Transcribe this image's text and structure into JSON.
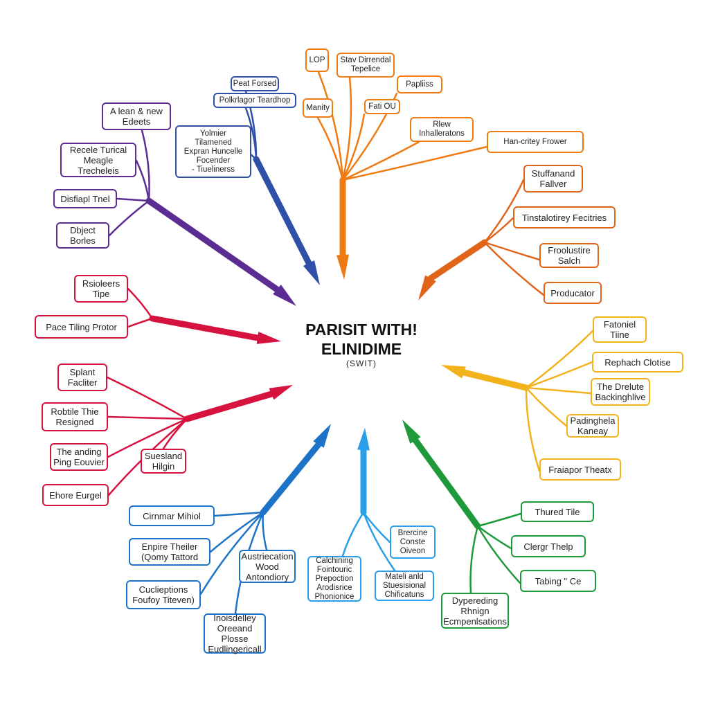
{
  "center": {
    "line1": "PARISIT WITH!",
    "line2": "ELINIDIME",
    "line3": "(SWIT)"
  },
  "colors": {
    "purple": "#5b2c91",
    "navy": "#2f4fa8",
    "orange": "#f07a12",
    "dark_orange": "#e0641a",
    "yellow": "#f2b21b",
    "green": "#1f9a3a",
    "blue": "#1c73c8",
    "sky": "#2a9ee8",
    "red": "#d6123f"
  },
  "branches": [
    {
      "id": "purple",
      "color": "#5b2c91",
      "nodes": [
        {
          "lines": [
            "A lean & new",
            "Edeets"
          ]
        },
        {
          "lines": [
            "Recele Turical",
            "Meagle",
            "Trecheleis"
          ]
        },
        {
          "lines": [
            "Disfiapl Tnel"
          ]
        },
        {
          "lines": [
            "Dbject",
            "Borles"
          ]
        }
      ]
    },
    {
      "id": "navy",
      "color": "#2f4fa8",
      "nodes": [
        {
          "lines": [
            "Peat Forsed"
          ]
        },
        {
          "lines": [
            "Polkrlagor Teardhop"
          ]
        },
        {
          "lines": [
            "Yolmier",
            "Tilamened",
            "Expran Huncelle",
            "Focender",
            "- Tiuelinerss"
          ]
        }
      ]
    },
    {
      "id": "orange",
      "color": "#f07a12",
      "nodes": [
        {
          "lines": [
            "LOP"
          ]
        },
        {
          "lines": [
            "Stav Dirrendal",
            "Tepelice"
          ]
        },
        {
          "lines": [
            "Papliiss"
          ]
        },
        {
          "lines": [
            "Manity"
          ]
        },
        {
          "lines": [
            "Fati OU"
          ]
        },
        {
          "lines": [
            "Rlew",
            "Inhalleratons"
          ]
        },
        {
          "lines": [
            "Han-critey Frower"
          ]
        }
      ]
    },
    {
      "id": "dark_orange",
      "color": "#e0641a",
      "nodes": [
        {
          "lines": [
            "Stuffanand",
            "Fallver"
          ]
        },
        {
          "lines": [
            "Tinstalotirey Fecitries"
          ]
        },
        {
          "lines": [
            "Froolustire",
            "Salch"
          ]
        },
        {
          "lines": [
            "Producator"
          ]
        }
      ]
    },
    {
      "id": "yellow",
      "color": "#f2b21b",
      "nodes": [
        {
          "lines": [
            "Fatoniel",
            "Tiine"
          ]
        },
        {
          "lines": [
            "Rephach Clotise"
          ]
        },
        {
          "lines": [
            "The Drelute",
            "Backinghlive"
          ]
        },
        {
          "lines": [
            "Padinghela",
            "Kaneay"
          ]
        },
        {
          "lines": [
            "Fraiapor Theatx"
          ]
        }
      ]
    },
    {
      "id": "green",
      "color": "#1f9a3a",
      "nodes": [
        {
          "lines": [
            "Thured Tile"
          ]
        },
        {
          "lines": [
            "Clergr Thelp"
          ]
        },
        {
          "lines": [
            "Tabing \" Ce"
          ]
        },
        {
          "lines": [
            "Dypereding",
            "Rhnign",
            "Ecmpenlsations"
          ]
        }
      ]
    },
    {
      "id": "sky",
      "color": "#2a9ee8",
      "nodes": [
        {
          "lines": [
            "Brercine",
            "Conste",
            "Oiveon"
          ]
        },
        {
          "lines": [
            "Calchining",
            "Fointouric",
            "Prepoction",
            "Arodisrice",
            "Phonionice"
          ]
        },
        {
          "lines": [
            "Mateli anld",
            "Stuesisional",
            "Chificatuns"
          ]
        }
      ]
    },
    {
      "id": "blue",
      "color": "#1c73c8",
      "nodes": [
        {
          "lines": [
            "Cirnmar Mihiol"
          ]
        },
        {
          "lines": [
            "Enpire Theiler",
            "(Qomy Tattord"
          ]
        },
        {
          "lines": [
            "Cuclieptions",
            "Foufoy Titeven)"
          ]
        },
        {
          "lines": [
            "Austriecation",
            "Wood",
            "Antondiory"
          ]
        },
        {
          "lines": [
            "Inoisdelley",
            "Oreeand",
            "Plosse",
            "Eudlingericall"
          ]
        }
      ]
    },
    {
      "id": "red",
      "color": "#d6123f",
      "nodes": [
        {
          "lines": [
            "Rsioleers",
            "Tipe"
          ]
        },
        {
          "lines": [
            "Pace Tiling Protor"
          ]
        },
        {
          "lines": [
            "Splant",
            "Facliter"
          ]
        },
        {
          "lines": [
            "Robtile Thie",
            "Resigned"
          ]
        },
        {
          "lines": [
            "The anding",
            "Ping Eouvier"
          ]
        },
        {
          "lines": [
            "Suesland",
            "Hilgin"
          ]
        },
        {
          "lines": [
            "Ehore Eurgel"
          ]
        }
      ]
    }
  ]
}
